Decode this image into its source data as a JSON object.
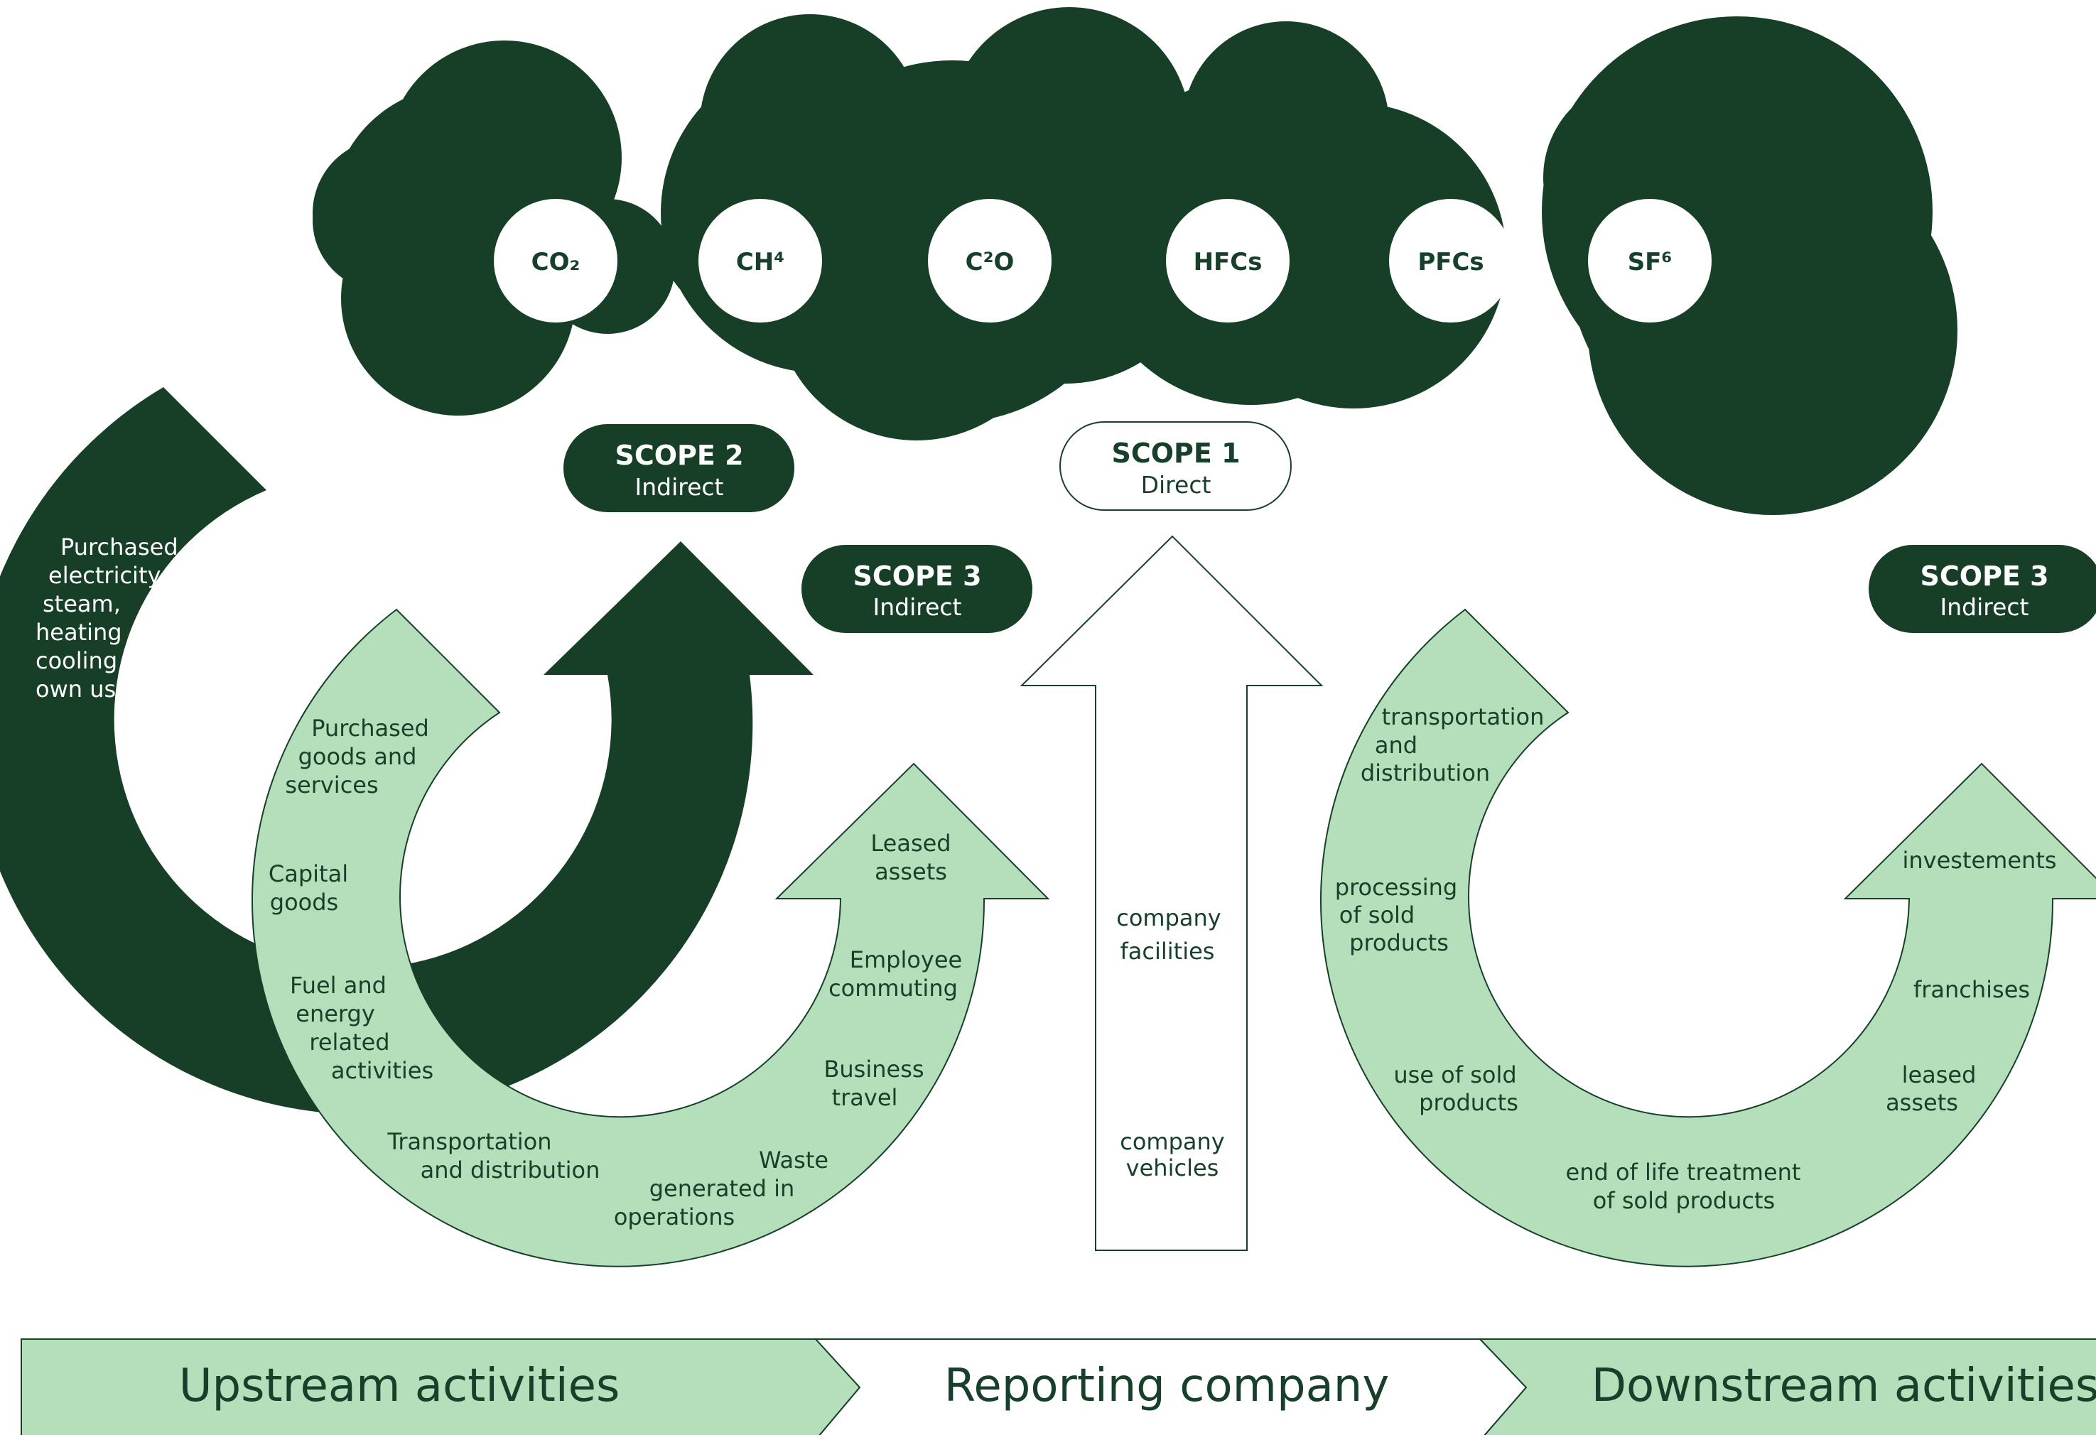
{
  "colors": {
    "dark": "#173f27",
    "light": "#b5deba",
    "outline": "#17402a",
    "white": "#ffffff"
  },
  "gases": [
    "CO₂",
    "CH⁴",
    "C²O",
    "HFCs",
    "PFCs",
    "SF⁶"
  ],
  "scopes": {
    "scope2": {
      "title": "SCOPE 2",
      "subtitle": "Indirect"
    },
    "scope1": {
      "title": "SCOPE 1",
      "subtitle": "Direct"
    },
    "scope3_up": {
      "title": "SCOPE 3",
      "subtitle": "Indirect"
    },
    "scope3_down": {
      "title": "SCOPE 3",
      "subtitle": "Indirect"
    }
  },
  "scope2_arrow": {
    "lines": [
      "Purchased",
      "electricity,",
      "steam,",
      "heating and",
      "cooling for",
      "own use"
    ]
  },
  "upstream_items": [
    [
      "Purchased",
      "goods and",
      "services"
    ],
    [
      "Capital",
      "goods"
    ],
    [
      "Fuel and",
      "energy",
      "related",
      "activities"
    ],
    [
      "Transportation",
      "and distribution"
    ],
    [
      "Waste",
      "generated in",
      "operations"
    ],
    [
      "Business",
      "travel"
    ],
    [
      "Employee",
      "commuting"
    ],
    [
      "Leased",
      "assets"
    ]
  ],
  "scope1_items": [
    [
      "company",
      "facilities"
    ],
    [
      "company",
      "vehicles"
    ]
  ],
  "downstream_items": [
    [
      "transportation",
      "and",
      "distribution"
    ],
    [
      "processing",
      "of sold",
      "products"
    ],
    [
      "use of sold",
      "products"
    ],
    [
      "end of life treatment",
      "of sold products"
    ],
    [
      "leased",
      "assets"
    ],
    [
      "franchises"
    ],
    [
      "investements"
    ]
  ],
  "banner": {
    "upstream": "Upstream activities",
    "reporting": "Reporting company",
    "downstream": "Downstream activities"
  }
}
